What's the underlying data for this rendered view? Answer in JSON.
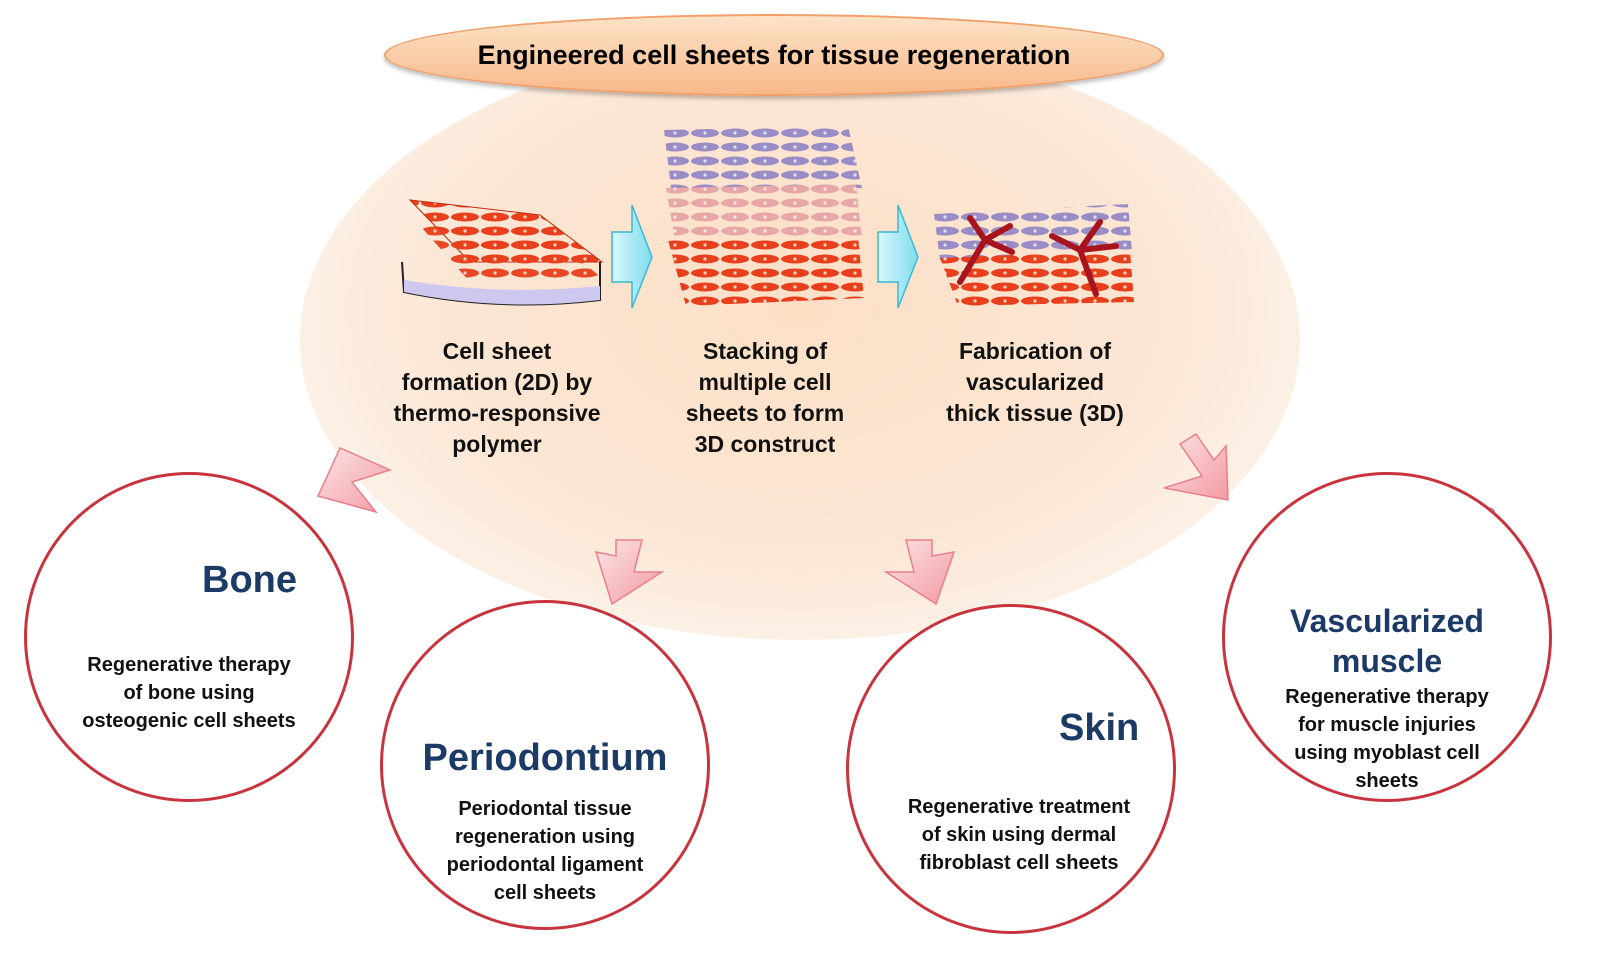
{
  "title": "Engineered cell sheets for tissue regeneration",
  "steps": [
    {
      "label": "Cell sheet formation (2D) by thermo-responsive polymer",
      "lines": [
        "Cell sheet",
        "formation (2D) by",
        "thermo-responsive",
        "polymer"
      ]
    },
    {
      "label": "Stacking of multiple cell sheets to form 3D construct",
      "lines": [
        "Stacking of",
        "multiple cell",
        "sheets to form",
        "3D construct"
      ]
    },
    {
      "label": "Fabrication of vascularized thick tissue (3D)",
      "lines": [
        "Fabrication of",
        "vascularized",
        "thick tissue (3D)"
      ]
    }
  ],
  "applications": {
    "bone": {
      "title": "Bone",
      "desc_lines": [
        "Regenerative therapy",
        "of bone using",
        "osteogenic cell sheets"
      ]
    },
    "periodontium": {
      "title": "Periodontium",
      "desc_lines": [
        "Periodontal tissue",
        "regeneration using",
        "periodontal ligament",
        "cell sheets"
      ]
    },
    "skin": {
      "title": "Skin",
      "desc_lines": [
        "Regenerative treatment",
        "of skin using dermal",
        "fibroblast cell sheets"
      ]
    },
    "muscle": {
      "title_lines": [
        "Vascularized",
        "muscle"
      ],
      "desc_lines": [
        "Regenerative therapy",
        "for muscle injuries",
        "using myoblast cell",
        "sheets"
      ]
    }
  },
  "colors": {
    "circle_border": "#c8343e",
    "title_blue": "#1b3a66",
    "cell_red": "#e8401c",
    "cell_purple": "#9a8cc4",
    "vessel": "#a8141e",
    "bone_green": "#c3ec8a",
    "arrow_cyan": "#8fe6f2",
    "arrow_pink": "#f7b6ba"
  },
  "icons": [
    "right-arrow-icon",
    "down-arrow-icon",
    "cell-sheet-icon",
    "stacked-sheets-icon",
    "vascular-tissue-icon",
    "bone-icon",
    "tooth-icon",
    "skin-icon",
    "muscle-icon"
  ]
}
